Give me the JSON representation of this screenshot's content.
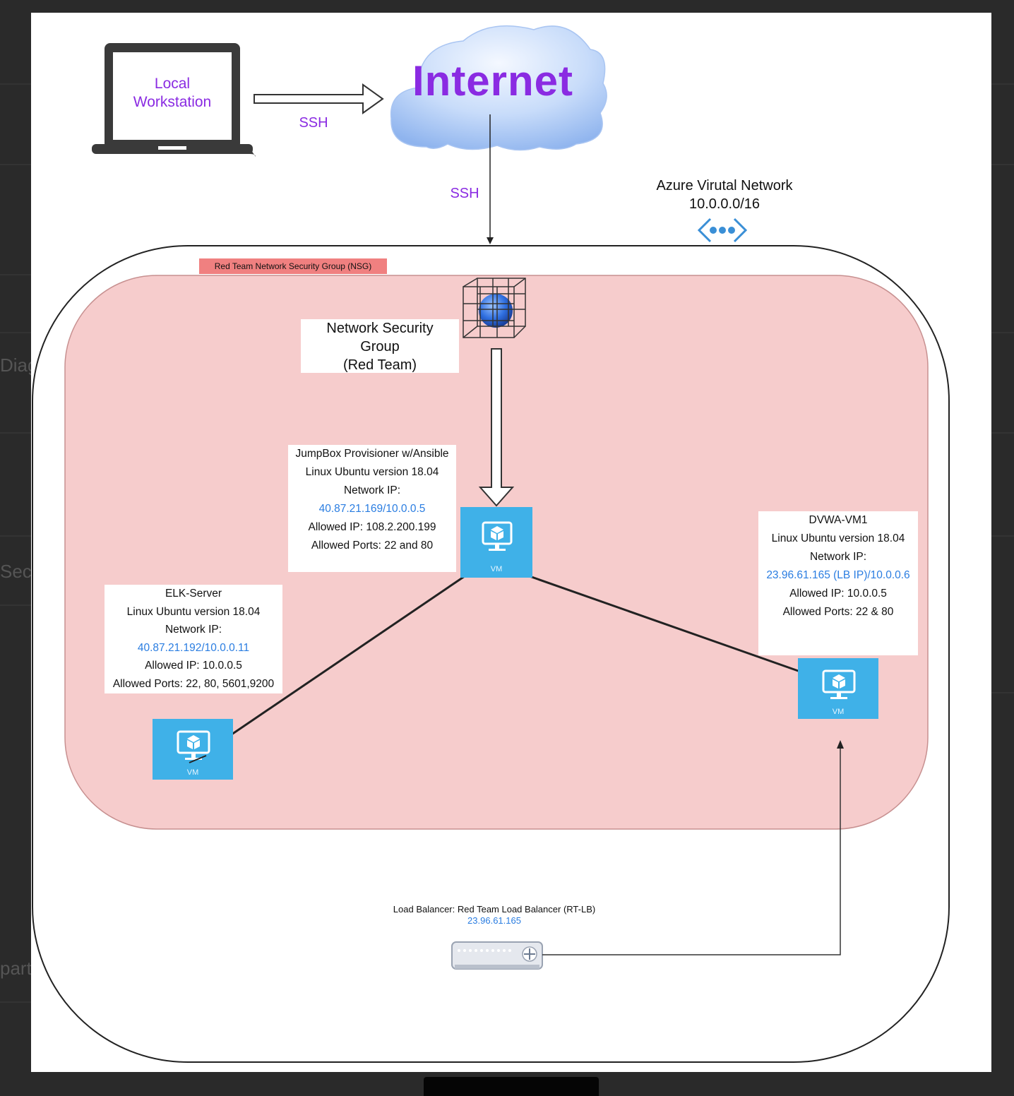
{
  "workstation": {
    "line1": "Local",
    "line2": "Workstation"
  },
  "internet": {
    "label": "Internet"
  },
  "ssh_horizontal": "SSH",
  "ssh_vertical": "SSH",
  "azure": {
    "title": "Azure Virutal Network",
    "cidr": "10.0.0.0/16"
  },
  "nsg_tag": "Red Team Network Security Group (NSG)",
  "nsg_box": {
    "line1": "Network Security",
    "line2": "Group",
    "line3": "(Red Team)"
  },
  "jumpbox": {
    "name": "JumpBox Provisioner w/Ansible",
    "os": "Linux Ubuntu version 18.04",
    "ip_label": "Network IP:",
    "ip": "40.87.21.169/10.0.0.5",
    "allowed_ip": "Allowed IP: 108.2.200.199",
    "ports": "Allowed Ports: 22 and 80"
  },
  "dvwa": {
    "name": "DVWA-VM1",
    "os": "Linux Ubuntu version 18.04",
    "ip_label": "Network IP:",
    "ip": "23.96.61.165 (LB IP)/10.0.0.6",
    "allowed_ip": "Allowed IP: 10.0.0.5",
    "ports": "Allowed Ports: 22 & 80"
  },
  "elk": {
    "name": "ELK-Server",
    "os": "Linux Ubuntu version 18.04",
    "ip_label": "Network IP:",
    "ip": "40.87.21.192/10.0.0.11",
    "allowed_ip": "Allowed IP: 10.0.0.5",
    "ports": "Allowed Ports: 22, 80, 5601,9200"
  },
  "vm_label": "VM",
  "load_balancer": {
    "label": "Load Balancer: Red Team Load Balancer (RT-LB)",
    "ip": "23.96.61.165"
  },
  "background_words": [
    "Diag",
    "Secu",
    "part"
  ],
  "colors": {
    "purple": "#8a2be2",
    "ip_blue": "#2a7de1",
    "vm_blue": "#3fb1e8",
    "nsg_fill": "#f6cccc",
    "nsg_tag": "#f08080"
  }
}
